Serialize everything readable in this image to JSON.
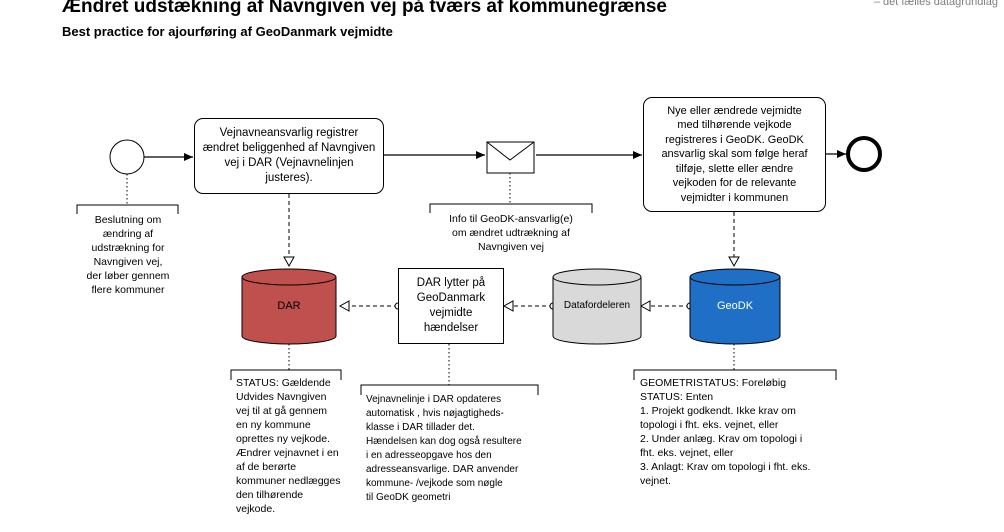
{
  "header": {
    "title": "Ændret udstækning af Navngiven vej på tværs af kommunegrænse",
    "subtitle": "Best practice  for ajourføring af GeoDanmark vejmidte",
    "brand": "– det fælles datagrundlag"
  },
  "process": {
    "task_dar": [
      "Vejnavneansvarlig registrer",
      "ændret beliggenhed af Navngiven",
      "vej i DAR  (Vejnavnelinjen",
      "justeres)."
    ],
    "task_geodk": [
      "Nye eller ændrede  vejmidte",
      "med tilhørende vejkode",
      "registreres i GeoDK. GeoDK",
      "ansvarlig skal som følge heraf",
      "tilføje, slette eller ændre",
      "vejkoden for de relevante",
      "vejmidter i kommunen"
    ],
    "dar_listener": [
      "DAR lytter på",
      "GeoDanmark",
      "vejmidte",
      "hændelser"
    ]
  },
  "datastores": {
    "dar": "DAR",
    "datafordeleren": "Datafordeleren",
    "geodk": "GeoDK"
  },
  "annotations": {
    "start_note": [
      "Beslutning om",
      "ændring af",
      "udstrækning for",
      "Navngiven vej,",
      "der løber gennem",
      "flere kommuner"
    ],
    "message_note": [
      "Info til GeoDK-ansvarlig(e)",
      "om ændret udtrækning af",
      "Navngiven vej"
    ],
    "dar_status": [
      "STATUS: Gældende",
      "Udvides Navngiven",
      "vej til at gå gennem",
      "en ny kommune",
      "oprettes ny vejkode.",
      "Ændrer vejnavnet i en",
      "af de berørte",
      "kommuner nedlægges",
      "den tilhørende",
      "vejkode."
    ],
    "update_note": [
      "Vejnavnelinje i DAR opdateres",
      "automatisk , hvis nøjagtigheds-",
      "klasse i DAR tillader det.",
      "Hændelsen kan dog også resultere",
      "i en adresseopgave hos den",
      "adresseansvarlige. DAR anvender",
      "kommune- /vejkode som nøgle",
      "til GeoDK geometri"
    ],
    "geo_status": [
      "GEOMETRISTATUS: Foreløbig",
      "STATUS: Enten",
      "1. Projekt godkendt. Ikke krav om",
      "topologi i fht. eks. vejnet, eller",
      "2. Under anlæg. Krav om topologi i",
      "fht. eks. vejnet, eller",
      "3. Anlagt: Krav om topologi i fht. eks.",
      "vejnet."
    ]
  },
  "colors": {
    "dar_fill": "#c0504d",
    "geodk_fill": "#1f6fc6",
    "datafordeleren_fill": "#d9d9d9"
  }
}
